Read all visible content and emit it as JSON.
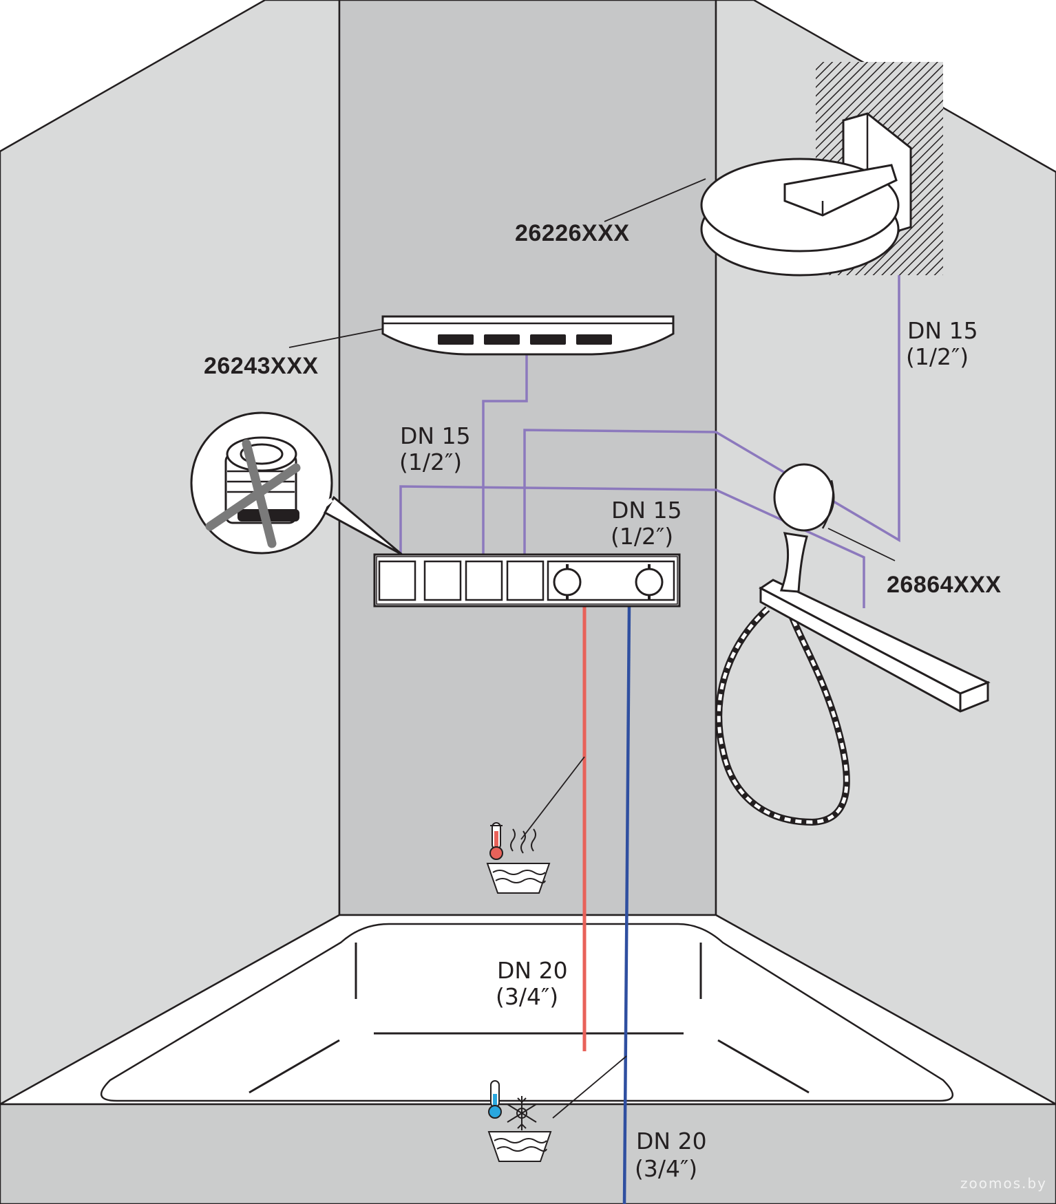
{
  "labels": {
    "rain_shower": "26226XXX",
    "overhead_shower": "26243XXX",
    "hand_shower": "26864XXX"
  },
  "pipes": {
    "dn15_right_line1": "DN 15",
    "dn15_right_line2": "(1/2″)",
    "dn15_left_line1": "DN 15",
    "dn15_left_line2": "(1/2″)",
    "dn15_center_line1": "DN 15",
    "dn15_center_line2": "(1/2″)",
    "dn20_hot_line1": "DN 20",
    "dn20_hot_line2": "(3/4″)",
    "dn20_cold_line1": "DN 20",
    "dn20_cold_line2": "(3/4″)"
  },
  "watermark": "zoomos.by",
  "colors": {
    "hot": "#e8625a",
    "cold": "#2f4fa0",
    "distribution": "#8c79bd",
    "side_wall": "#d9dada",
    "back_wall": "#c6c7c8",
    "floor": "#cbcccc"
  },
  "icons": {
    "hot_supply": "thermometer-hot-water-icon",
    "cold_supply": "thermometer-snowflake-cold-water-icon",
    "not_allowed": "crossed-out-fitting-icon"
  }
}
